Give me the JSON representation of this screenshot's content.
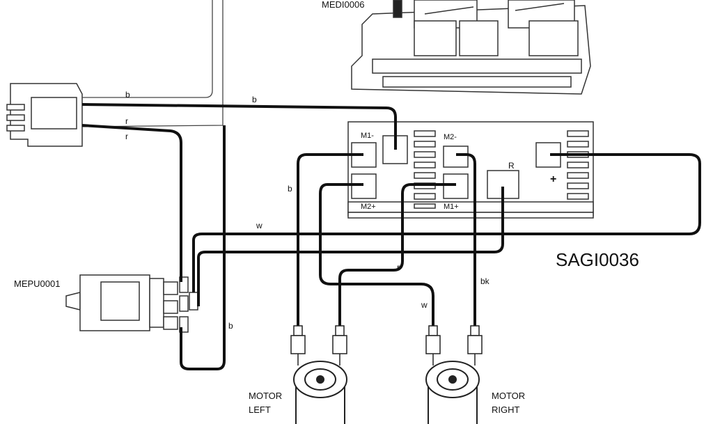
{
  "labels": {
    "medi": "MEDI0006",
    "sagi": "SAGI0036",
    "mepu": "MEPU0001",
    "motor_left": [
      "MOTOR",
      "LEFT"
    ],
    "motor_right": [
      "MOTOR",
      "RIGHT"
    ],
    "m1_minus": "M1-",
    "m2_minus": "M2-",
    "m2_plus": "M2+",
    "m1_plus": "M1+",
    "r_term": "R",
    "plus": "+"
  },
  "wire_labels": {
    "b_top1": "b",
    "b_top2": "b",
    "r_top1": "r",
    "r_top2": "r",
    "b_left": "b",
    "w_mid": "w",
    "r_mid": "r",
    "w_low": "w",
    "bk": "bk",
    "b_bottom": "b"
  },
  "colors": {
    "line": "#111111",
    "outline": "#333333",
    "fill": "#ffffff"
  }
}
